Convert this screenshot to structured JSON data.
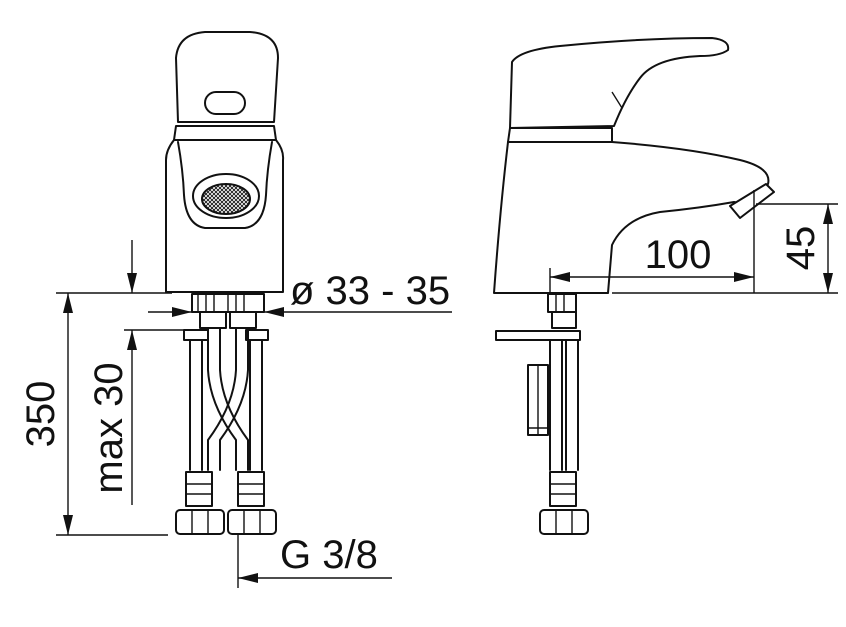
{
  "dimensions": {
    "diameter": "ø 33 - 35",
    "height_total": "350",
    "max_thickness": "max 30",
    "thread": "G 3/8",
    "spout_reach": "100",
    "spout_height": "45"
  }
}
